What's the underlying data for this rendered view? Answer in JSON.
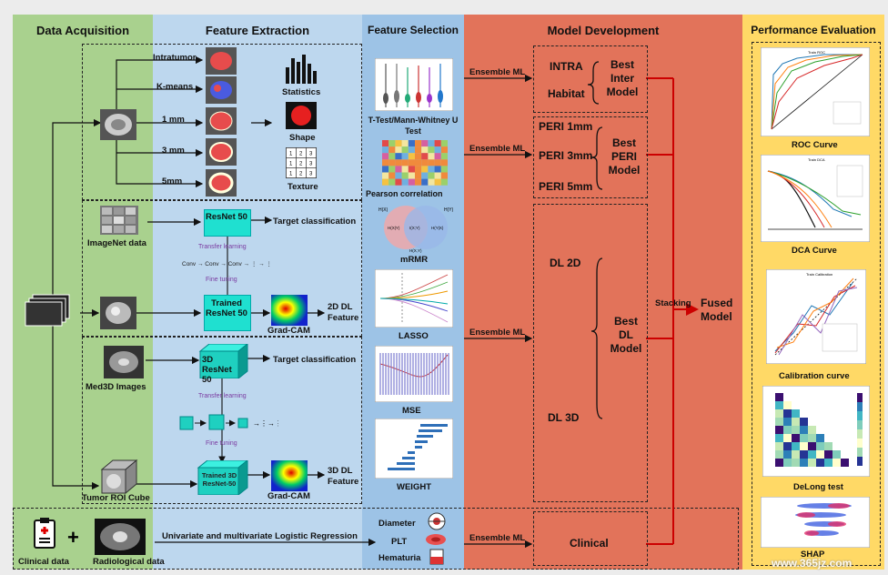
{
  "columns": {
    "data_acquisition": "Data Acquisition",
    "feature_extraction": "Feature Extraction",
    "feature_selection": "Feature Selection",
    "model_development": "Model Development",
    "performance_evaluation": "Performance Evaluation"
  },
  "acquisition": {
    "imagenet": "ImageNet data",
    "med3d": "Med3D Images",
    "tumor_cube": "Tumor ROI Cube",
    "clinical": "Clinical data",
    "radiological": "Radiological data",
    "plus": "+"
  },
  "extraction": {
    "regions": [
      "Intratumor",
      "K-means",
      "1 mm",
      "3 mm",
      "5mm"
    ],
    "statistics": "Statistics",
    "shape": "Shape",
    "texture": "Texture",
    "resnet50": "ResNet 50",
    "target_classification_2d": "Target classification",
    "transfer_learning_2d": "Transfer learning",
    "conv_chain": "Conv → Conv → Conv → ⋮ → ⋮",
    "fine_tuning_2d": "Fine tuning",
    "trained_resnet50": "Trained ResNet 50",
    "gradcam_2d": "Grad-CAM",
    "dl2d_feature": "2D DL Feature",
    "resnet50_3d": "3D ResNet 50",
    "target_classification_3d": "Target classification",
    "transfer_learning_3d": "Transfer learning",
    "fine_tuning_3d": "Fine tuning",
    "trained_3d": "Trained 3D ResNet-50",
    "gradcam_3d": "Grad-CAM",
    "dl3d_feature": "3D DL Feature",
    "logistic": "Univariate and multivariate Logistic Regression",
    "texture_grid": [
      "1",
      "2",
      "3",
      "1",
      "2",
      "3",
      "1",
      "2",
      "3"
    ]
  },
  "selection": {
    "ttest": "T-Test/Mann-Whitney U Test",
    "pearson": "Pearson correlation",
    "mrmr": "mRMR",
    "lasso": "LASSO",
    "mse": "MSE",
    "weight": "WEIGHT",
    "diameter": "Diameter",
    "plt": "PLT",
    "hematuria": "Hematuria",
    "venn_hx": "H(X)",
    "venn_hy": "H(Y)",
    "venn_hxy_given": "H(X|Y)",
    "venn_ixy": "I(X;Y)",
    "venn_hyx_given": "H(Y|X)",
    "venn_hxy": "H(X,Y)"
  },
  "ensemble_label": "Ensemble ML",
  "models": {
    "intra": "INTRA",
    "habitat": "Habitat",
    "best_inter": "Best Inter Model",
    "peri1": "PERI 1mm",
    "peri3": "PERI 3mm",
    "peri5": "PERI 5mm",
    "best_peri": "Best PERI Model",
    "dl2d": "DL 2D",
    "dl3d": "DL 3D",
    "best_dl": "Best DL Model",
    "clinical": "Clinical",
    "stacking": "Stacking",
    "fused": "Fused Model"
  },
  "evaluation": {
    "roc": "ROC Curve",
    "dca": "DCA Curve",
    "calibration": "Calibration curve",
    "delong": "DeLong test",
    "shap": "SHAP",
    "roc_title": "Train ROC",
    "dca_title": "Train DCA",
    "calib_title": "Train Calibration"
  },
  "watermark": "www.365jz.com",
  "colors": {
    "acq_bg": "#a9d18e",
    "fe_bg": "#bdd7ee",
    "fs_bg": "#9dc3e6",
    "md_bg": "#e2735a",
    "pe_bg": "#ffd966",
    "cyan": "#1fe0d0",
    "arrow_red": "#cc0000"
  }
}
